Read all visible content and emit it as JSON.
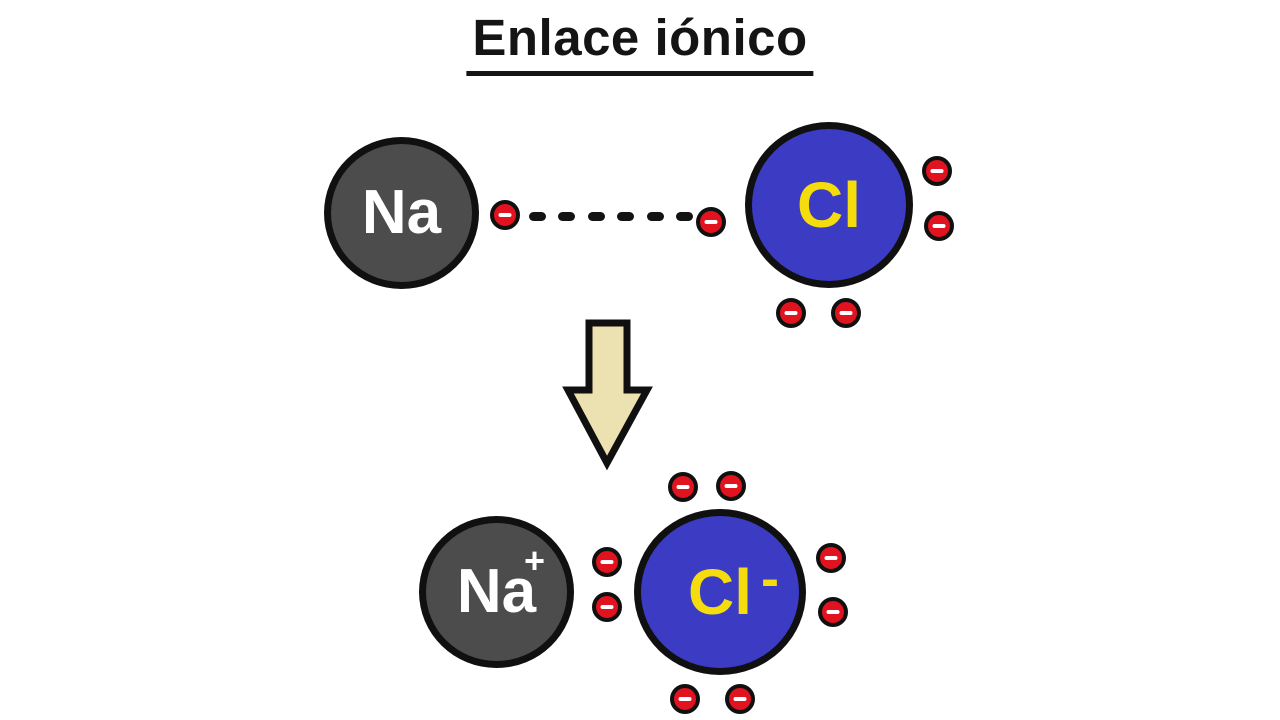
{
  "title": "Enlace iónico",
  "top_section": {
    "sodium": {
      "symbol": "Na"
    },
    "chlorine": {
      "symbol": "Cl"
    },
    "bond": {
      "style": "dashed",
      "shared_electrons": 2
    },
    "chlorine_outer_electrons": 4
  },
  "bottom_section": {
    "sodium_ion": {
      "symbol": "Na",
      "charge": "+"
    },
    "chloride_ion": {
      "symbol": "Cl",
      "charge": "-"
    },
    "chloride_outer_electrons": 8
  },
  "colors": {
    "background": "#ffffff",
    "outline": "#101010",
    "sodium_fill": "#4c4c4c",
    "sodium_text": "#ffffff",
    "chlorine_fill": "#3b3bc3",
    "chlorine_text": "#f5dc0c",
    "electron_fill": "#e0131f",
    "electron_minus": "#ffffff",
    "arrow_fill": "#ece1b1"
  }
}
